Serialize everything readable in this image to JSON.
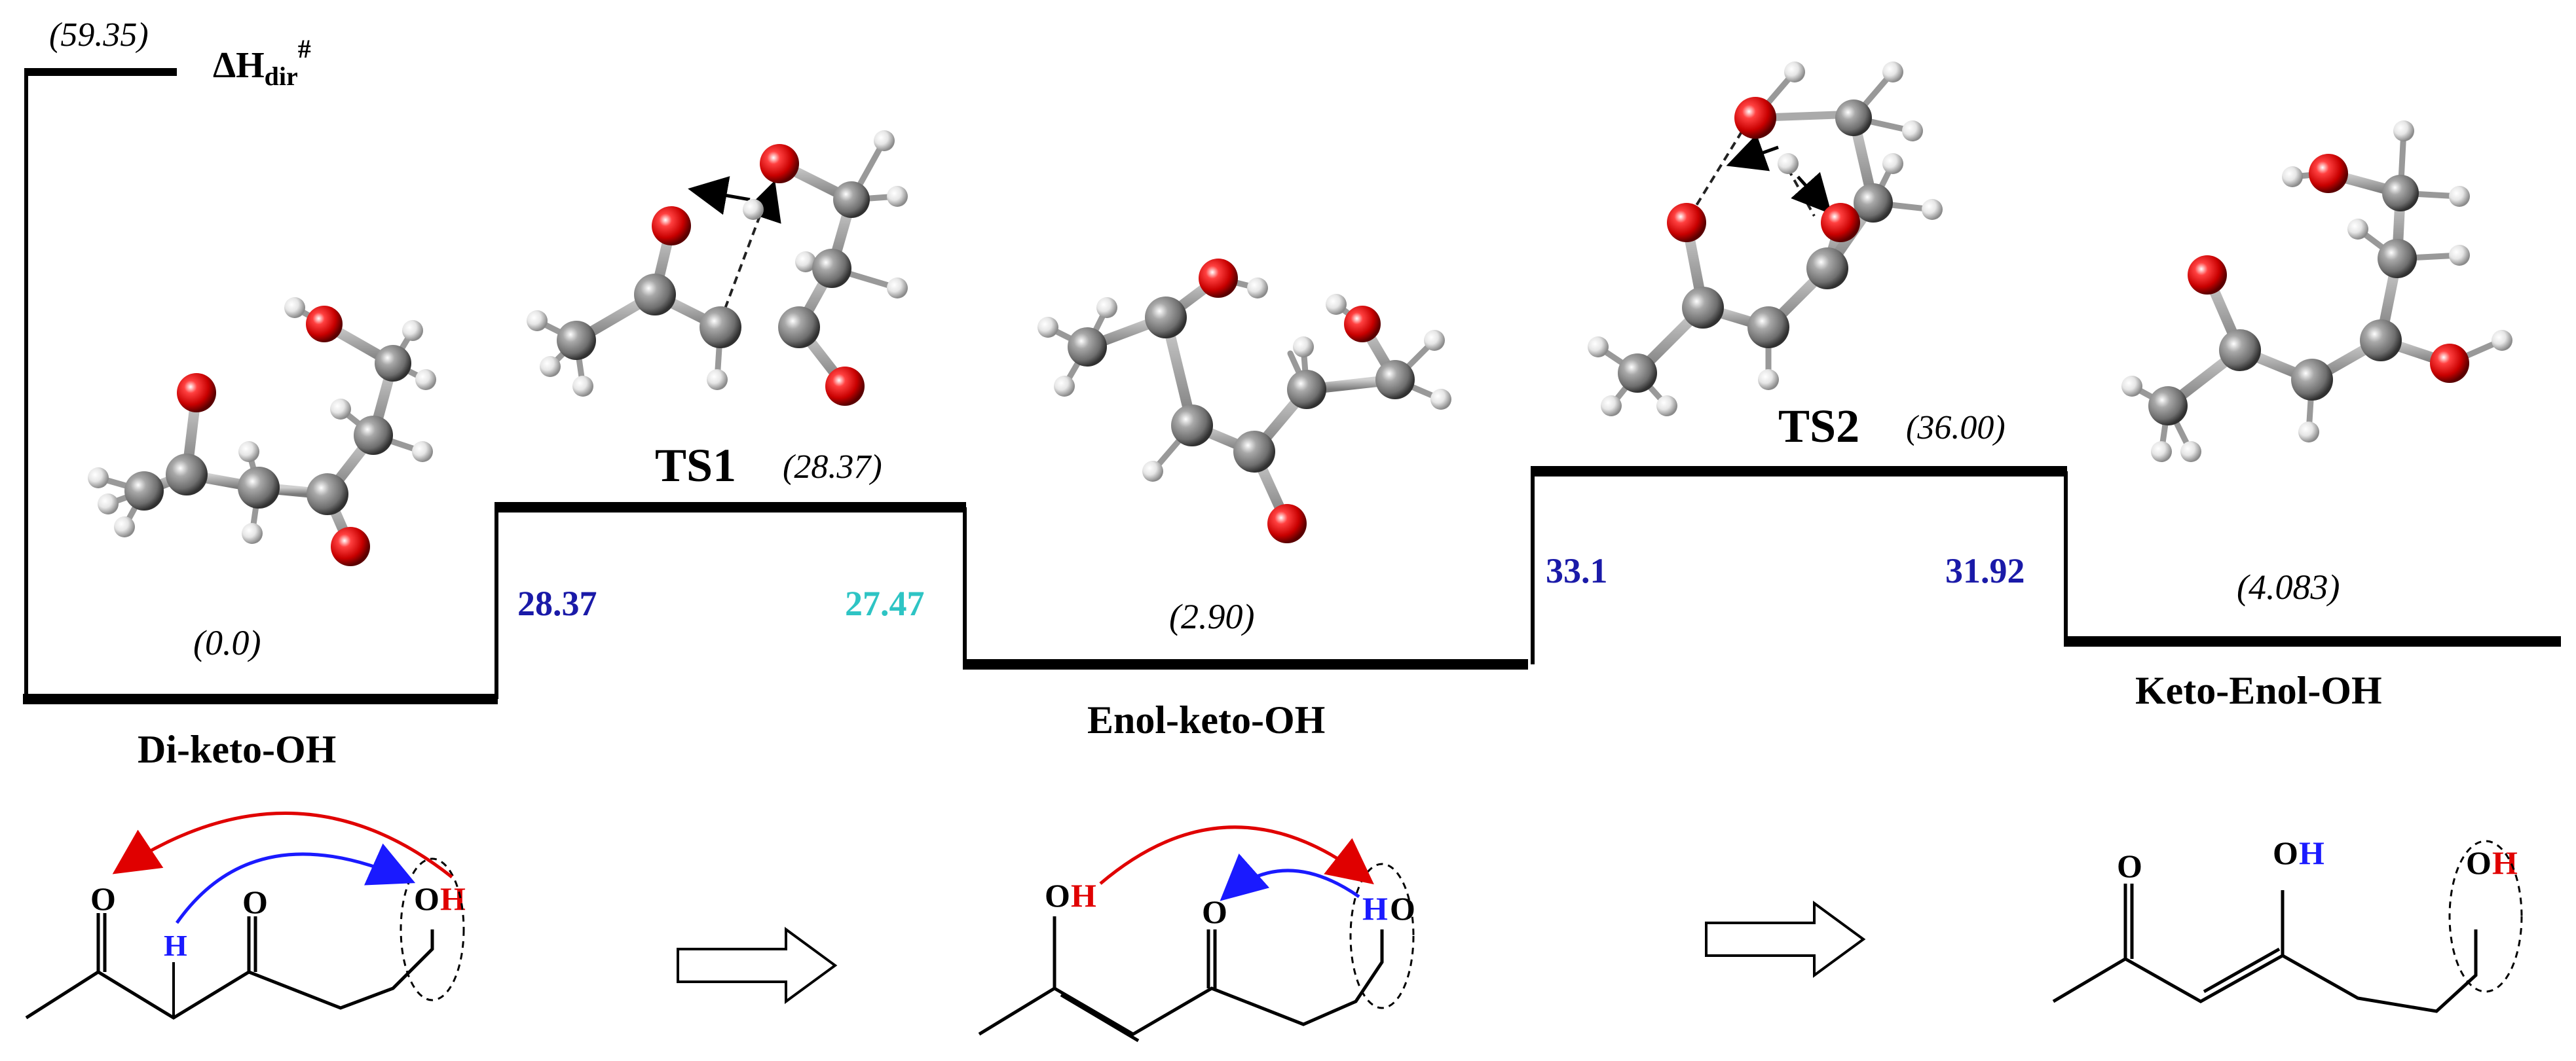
{
  "diagram": {
    "dh_label": {
      "main": "ΔH",
      "sub": "dir",
      "sup": "#"
    },
    "dh_value": "(59.35)",
    "states": [
      {
        "name": "Di-keto-OH",
        "value": "(0.0)"
      },
      {
        "name": "TS1",
        "value": "(28.37)"
      },
      {
        "name": "Enol-keto-OH",
        "value": "(2.90)"
      },
      {
        "name": "TS2",
        "value": "(36.00)"
      },
      {
        "name": "Keto-Enol-OH",
        "value": "(4.083)"
      }
    ],
    "barriers": [
      {
        "value": "28.37",
        "color": "#1a1aa8"
      },
      {
        "value": "27.47",
        "color": "#2ec4c4"
      },
      {
        "value": "33.1",
        "color": "#1a1aa8"
      },
      {
        "value": "31.92",
        "color": "#1a1aa8"
      }
    ],
    "scheme": {
      "m1": {
        "o1": "O",
        "h_blue": "H",
        "o2": "O",
        "oh_o": "O",
        "oh_h": "H"
      },
      "m2": {
        "o1": "O",
        "h_red": "H",
        "o2": "O",
        "ho_h": "H",
        "ho_o": "O"
      },
      "m3": {
        "o1": "O",
        "oh_o": "O",
        "oh_h": "H",
        "oh2_o": "O",
        "oh2_h": "H"
      }
    },
    "colors": {
      "red": "#e00000",
      "blue": "#1a1aff",
      "cyan": "#2ec4c4",
      "navy": "#1a1aa8",
      "black": "#000000"
    }
  }
}
